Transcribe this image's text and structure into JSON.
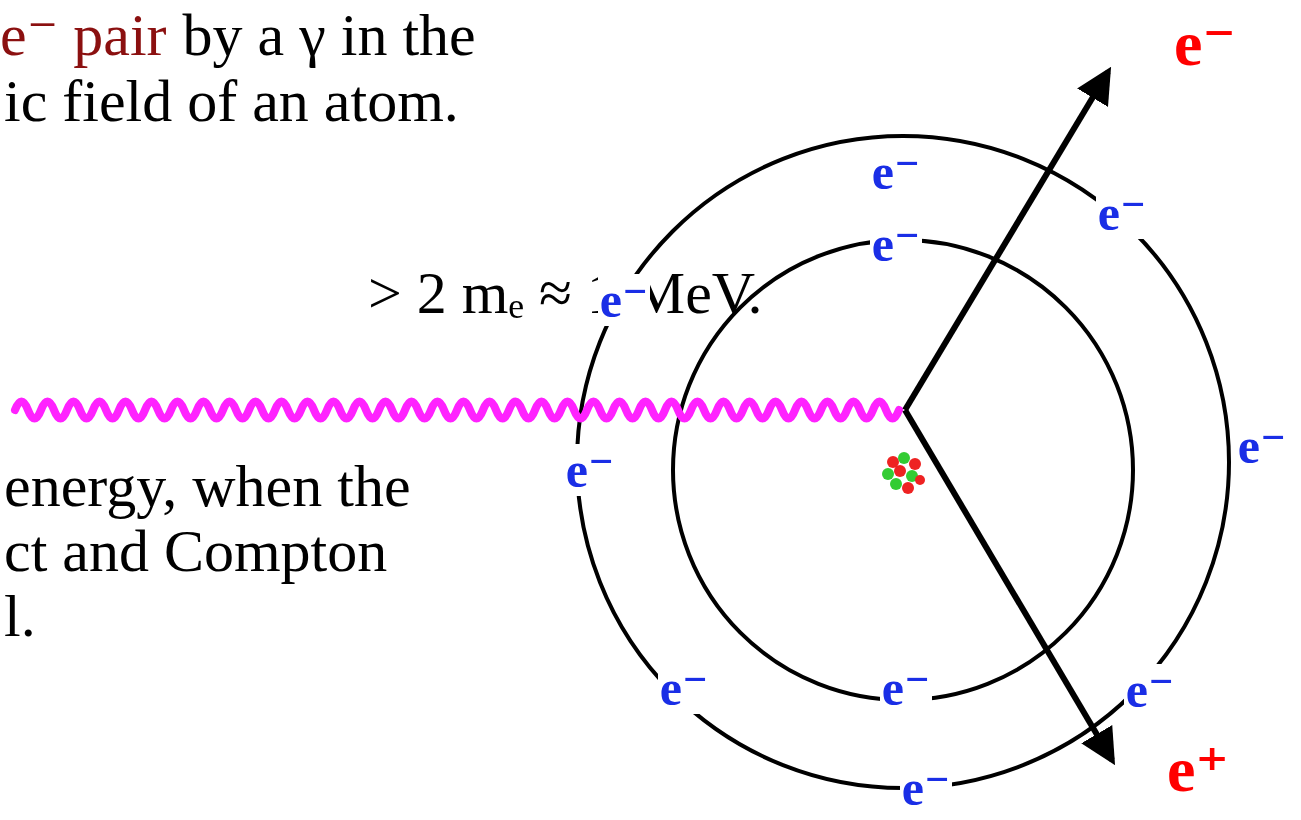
{
  "diagram": {
    "labels": [
      "e⁻ pair",
      "by a γ in the",
      "ic field of an atom.",
      "> 2 mₑ ≈ 1 MeV.",
      "energy, when the",
      "ct and Compton",
      "l.",
      "e⁻",
      "e⁻",
      "e⁻",
      "e⁻",
      "e⁻",
      "e⁻",
      "e⁻",
      "e⁻",
      "e⁻",
      "e⁻",
      "e⁻",
      "e⁺"
    ]
  }
}
